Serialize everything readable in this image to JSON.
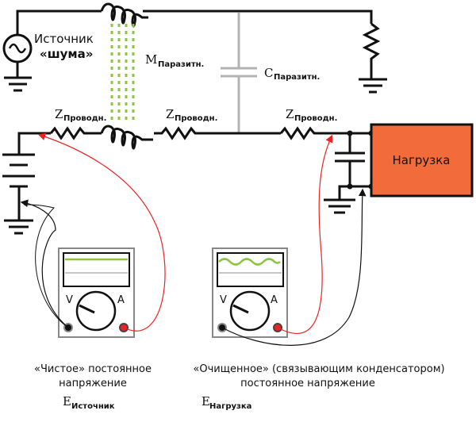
{
  "labels": {
    "noise_source": [
      "Источник",
      "«шума»"
    ],
    "mutual_inductance": {
      "symbol": "M",
      "subscript": "Паразитн."
    },
    "parasitic_capacitance": {
      "symbol": "C",
      "subscript": "Паразитн."
    },
    "wire_impedance": {
      "symbol": "Z",
      "subscript": "Проводн."
    },
    "load": "Нагрузка",
    "meter_v": "V",
    "meter_a": "A"
  },
  "captions": {
    "clean_dc": [
      "«Чистое» постоянное",
      "напряжение"
    ],
    "filtered_dc": [
      "«Очищенное» (связывающим конденсатором)",
      "постоянное напряжение"
    ],
    "e_source": {
      "symbol": "E",
      "subscript": "Источник"
    },
    "e_load": {
      "symbol": "E",
      "subscript": "Нагрузка"
    }
  },
  "colors": {
    "wire": "#111111",
    "parasitic": "#b3b3b3",
    "coupling": "#8cc63f",
    "load_fill": "#f26b3a",
    "probe_red": "#ee2222",
    "probe_black": "#111111",
    "trace": "#8cc63f"
  }
}
